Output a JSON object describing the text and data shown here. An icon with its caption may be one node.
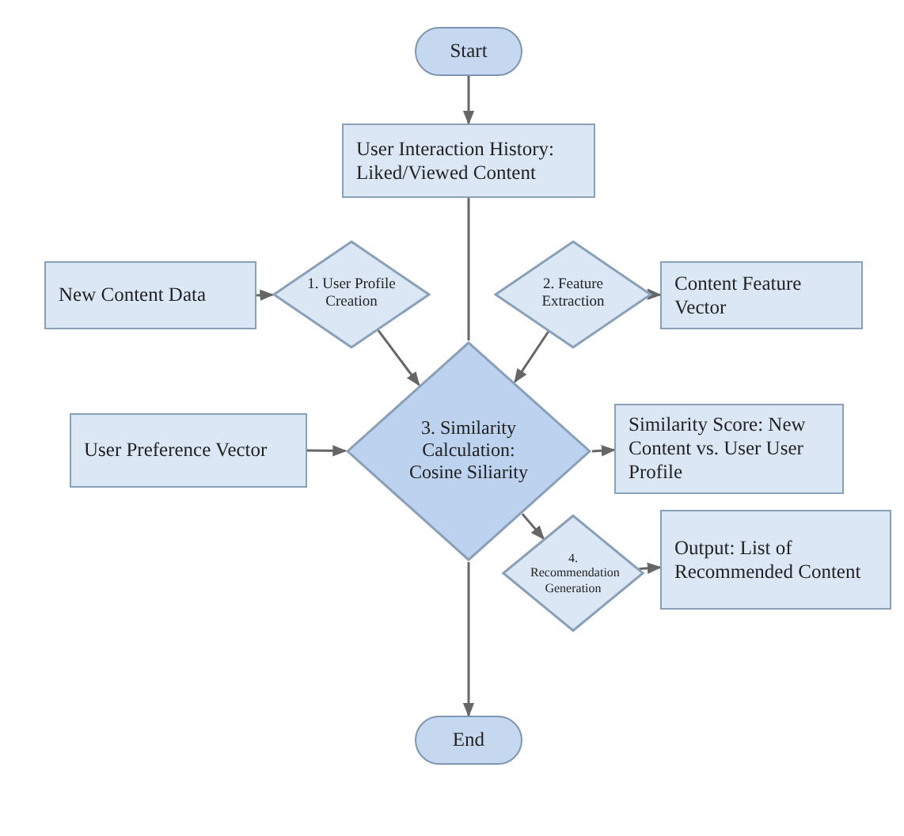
{
  "diagram": {
    "nodes": [
      {
        "text": [
          "Start"
        ]
      },
      {
        "text": [
          "User Interaction History: Liked/Viewed Content"
        ]
      },
      {
        "text": [
          "New Content Data"
        ]
      },
      {
        "text": [
          "1. User Profile Creation"
        ]
      },
      {
        "text": [
          "2. Feature Extraction"
        ]
      },
      {
        "text": [
          "Content Feature Vector"
        ]
      },
      {
        "text": [
          "User Preference Vector"
        ]
      },
      {
        "text": [
          "3. Similarity Calculation: Cosine Siliarity"
        ]
      },
      {
        "text": [
          "Similarity Score: New Content vs. User User Profile"
        ]
      },
      {
        "text": [
          "4. Recommendation Generation"
        ]
      },
      {
        "text": [
          "Output: List of Recommended Content"
        ]
      },
      {
        "text": [
          "End"
        ]
      }
    ],
    "edges": [
      {
        "from": 0,
        "to": 1,
        "arrow": "to"
      },
      {
        "from": 1,
        "to": 7,
        "arrow": "none"
      },
      {
        "from": 2,
        "to": 3,
        "arrow": "to"
      },
      {
        "from": 3,
        "to": 7,
        "arrow": "to"
      },
      {
        "from": 4,
        "to": 7,
        "arrow": "to"
      },
      {
        "from": 4,
        "to": 5,
        "arrow": "to"
      },
      {
        "from": 6,
        "to": 7,
        "arrow": "to"
      },
      {
        "from": 7,
        "to": 8,
        "arrow": "to"
      },
      {
        "from": 7,
        "to": 9,
        "arrow": "to"
      },
      {
        "from": 9,
        "to": 10,
        "arrow": "to"
      },
      {
        "from": 7,
        "to": 11,
        "arrow": "to"
      }
    ]
  }
}
